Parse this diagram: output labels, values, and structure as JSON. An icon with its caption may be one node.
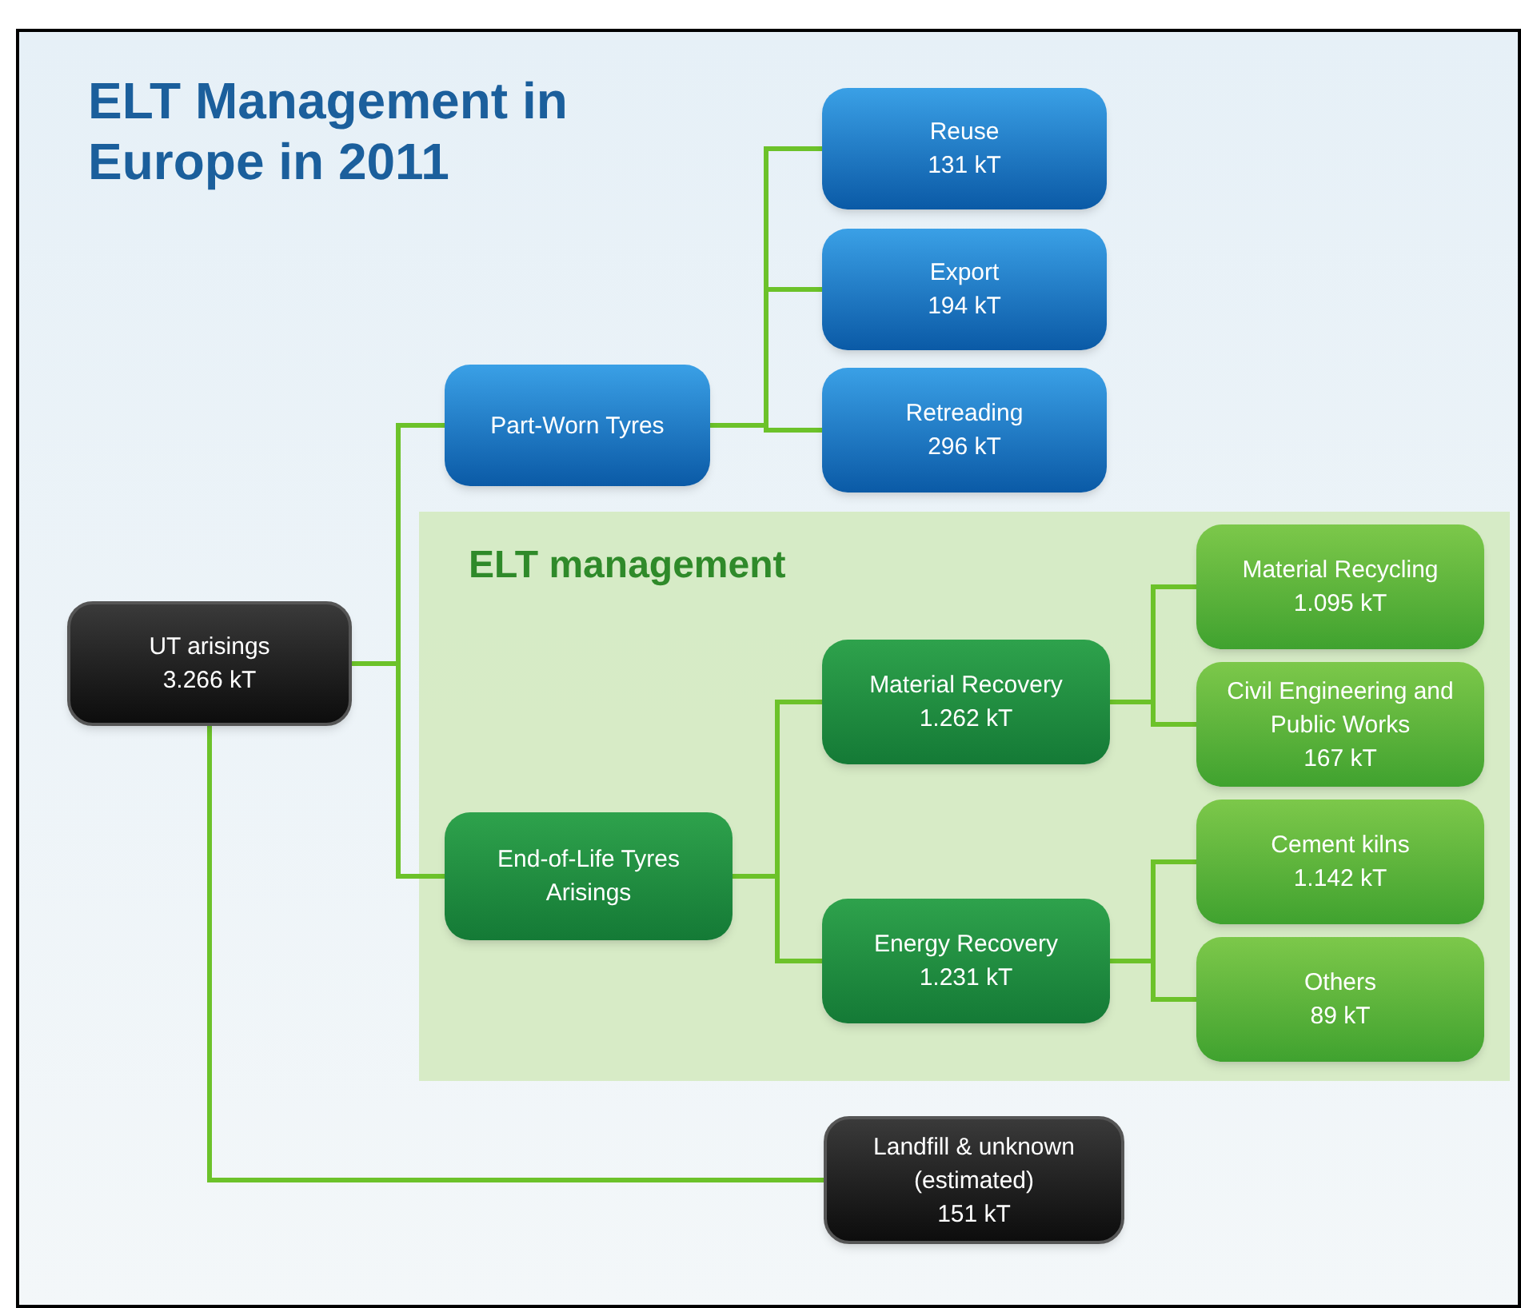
{
  "diagram": {
    "title": "ELT Management in Europe in 2011",
    "nodes": [
      {
        "text": [
          "UT arisings",
          "3.266 kT"
        ]
      },
      {
        "text": [
          "Part-Worn Tyres"
        ]
      },
      {
        "text": [
          "Reuse",
          "131 kT"
        ]
      },
      {
        "text": [
          "Export",
          "194 kT"
        ]
      },
      {
        "text": [
          "Retreading",
          "296 kT"
        ]
      },
      {
        "text": [
          "ELT management"
        ]
      },
      {
        "text": [
          "End-of-Life Tyres Arisings"
        ],
        "in": 5
      },
      {
        "text": [
          "Material Recovery",
          "1.262 kT"
        ],
        "in": 5
      },
      {
        "text": [
          "Energy Recovery",
          "1.231 kT"
        ],
        "in": 5
      },
      {
        "text": [
          "Material Recycling",
          "1.095 kT"
        ],
        "in": 5
      },
      {
        "text": [
          "Civil Engineering and Public Works",
          "167 kT"
        ],
        "in": 5
      },
      {
        "text": [
          "Cement kilns",
          "1.142 kT"
        ],
        "in": 5
      },
      {
        "text": [
          "Others",
          "89 kT"
        ],
        "in": 5
      },
      {
        "text": [
          "Landfill & unknown (estimated)",
          "151 kT"
        ]
      }
    ],
    "edges": [
      {
        "from": 0,
        "to": 1,
        "arrow": "none"
      },
      {
        "from": 0,
        "to": 6,
        "arrow": "none"
      },
      {
        "from": 0,
        "to": 13,
        "arrow": "none"
      },
      {
        "from": 1,
        "to": 2,
        "arrow": "none"
      },
      {
        "from": 1,
        "to": 3,
        "arrow": "none"
      },
      {
        "from": 1,
        "to": 4,
        "arrow": "none"
      },
      {
        "from": 6,
        "to": 7,
        "arrow": "none"
      },
      {
        "from": 6,
        "to": 8,
        "arrow": "none"
      },
      {
        "from": 7,
        "to": 9,
        "arrow": "none"
      },
      {
        "from": 7,
        "to": 10,
        "arrow": "none"
      },
      {
        "from": 8,
        "to": 11,
        "arrow": "none"
      },
      {
        "from": 8,
        "to": 12,
        "arrow": "none"
      }
    ]
  }
}
